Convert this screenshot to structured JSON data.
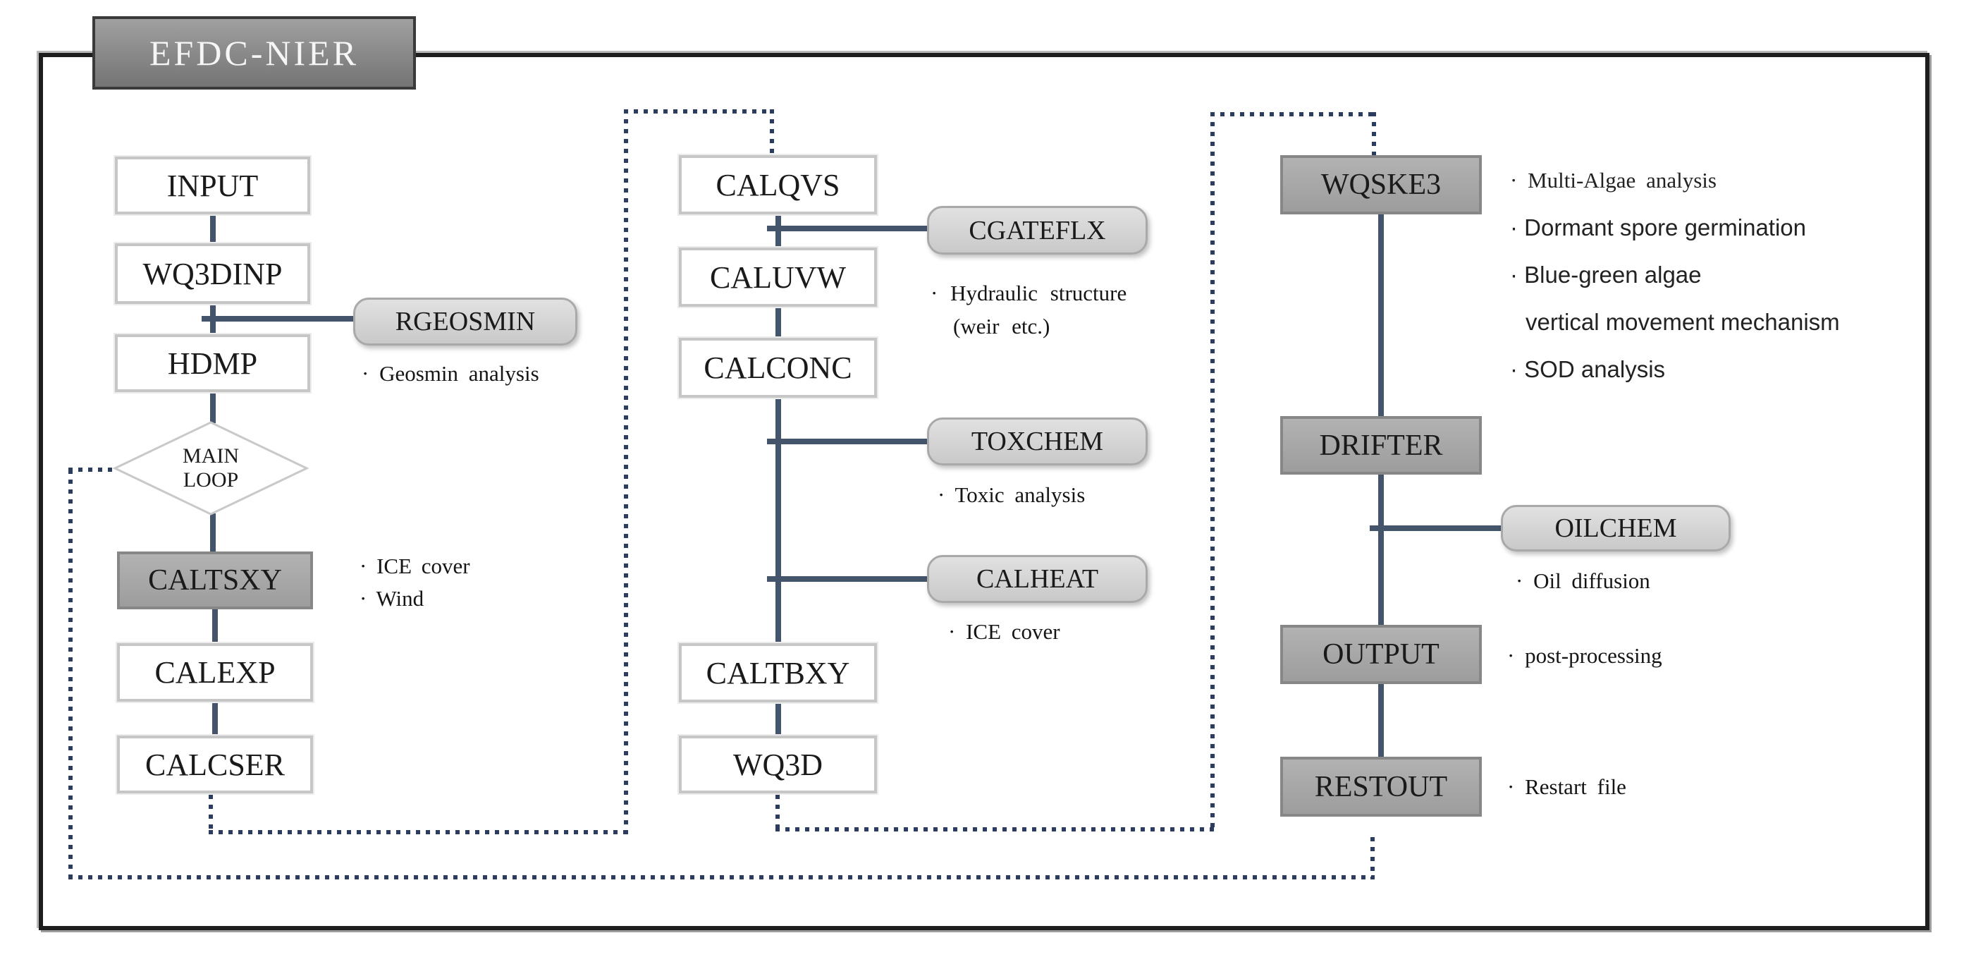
{
  "title": {
    "label": "EFDC-NIER"
  },
  "palette": {
    "connector": "#44546a",
    "dotted_loop": "#2b3c5e",
    "white_box_border": "#c6c6c6",
    "dark_box_fill": "#a5a5a5",
    "rounded_box_fill": "#d9d9d9",
    "title_box_fill": "#8a8a8a",
    "frame_border": "#1e1e1e"
  },
  "nodes": {
    "input": "INPUT",
    "wq3dinp": "WQ3DINP",
    "hdmp": "HDMP",
    "main_loop": [
      "MAIN",
      "LOOP"
    ],
    "caltsxy": "CALTSXY",
    "calexp": "CALEXP",
    "calcser": "CALCSER",
    "calqvs": "CALQVS",
    "caluvw": "CALUVW",
    "calconc": "CALCONC",
    "caltbxy": "CALTBXY",
    "wq3d": "WQ3D",
    "wqske3": "WQSKE3",
    "drifter": "DRIFTER",
    "output": "OUTPUT",
    "restout": "RESTOUT",
    "rgeosmin": "RGEOSMIN",
    "cgateflx": "CGATEFLX",
    "toxchem": "TOXCHEM",
    "calheat": "CALHEAT",
    "oilchem": "OILCHEM"
  },
  "annotations": {
    "rgeosmin": "· Geosmin analysis",
    "caltsxy": [
      "· ICE cover",
      "· Wind"
    ],
    "cgateflx": [
      "· Hydraulic structure",
      "(weir etc.)"
    ],
    "toxchem": "· Toxic analysis",
    "calheat": "· ICE cover",
    "wqske3": [
      "· Multi-Algae analysis",
      "· Dormant spore germination",
      "· Blue-green algae",
      "vertical movement mechanism",
      "· SOD analysis"
    ],
    "oilchem": "· Oil diffusion",
    "output": "· post-processing",
    "restout": "· Restart file"
  }
}
